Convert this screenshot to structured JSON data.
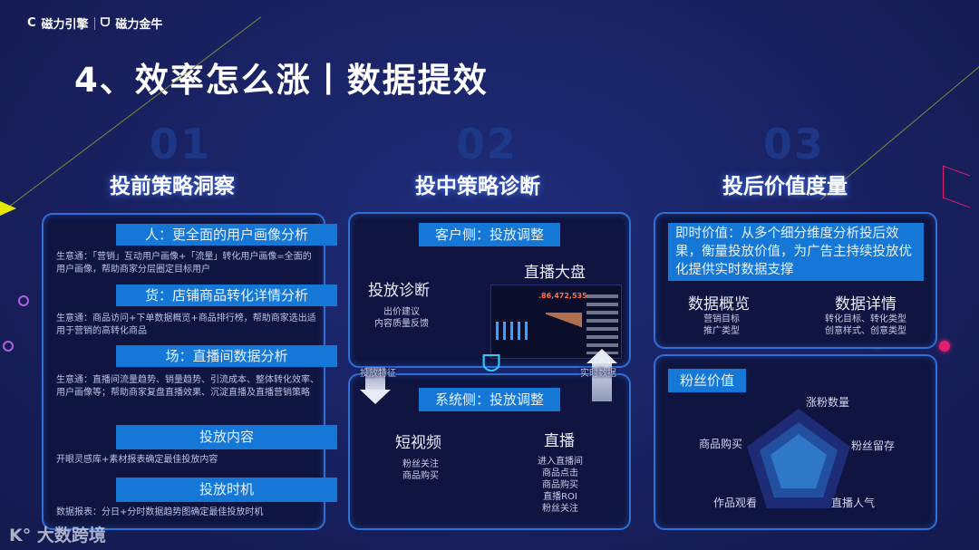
{
  "header": {
    "brand1": "磁力引擎",
    "brand2": "磁力金牛",
    "title": "4、效率怎么涨丨数据提效"
  },
  "sections": [
    {
      "num": "01",
      "title": "投前策略洞察",
      "items": [
        {
          "bar": "人：更全面的用户画像分析",
          "desc": "生意通：「营销」互动用户画像+「流量」转化用户画像=全面的用户画像，帮助商家分层圈定目标用户"
        },
        {
          "bar": "货：店铺商品转化详情分析",
          "desc": "生意通：商品访问+下单数据概览+商品排行榜，帮助商家选出适用于营销的高转化商品"
        },
        {
          "bar": "场：直播间数据分析",
          "desc": "生意通：直播间流量趋势、销量趋势、引流成本、整体转化效率、用户画像等；帮助商家复盘直播效果、沉淀直播及直播营销策略"
        },
        {
          "bar": "投放内容",
          "desc": "开眼灵感库+素材报表确定最佳投放内容"
        },
        {
          "bar": "投放时机",
          "desc": "数据报表：分日+分时数据趋势图确定最佳投放时机"
        }
      ]
    },
    {
      "num": "02",
      "title": "投中策略诊断",
      "client": {
        "bar": "客户侧：投放调整",
        "diag_title": "投放诊断",
        "diag_items": "出价建议\n内容质量反馈",
        "dash_title": "直播大盘",
        "dash_value": ".86,472,535"
      },
      "arrow_down": "投放特征",
      "arrow_up": "实时数据",
      "system": {
        "bar": "系统侧：投放调整",
        "left_title": "短视频",
        "left_items": "粉丝关注\n商品购买",
        "right_title": "直播",
        "right_items": "进入直播间\n商品点击\n商品购买\n直播ROI\n粉丝关注"
      }
    },
    {
      "num": "03",
      "title": "投后价值度量",
      "instant": "即时价值：从多个细分维度分析投后效果，衡量投放价值，为广告主持续投放优化提供实时数据支撑",
      "overview_title": "数据概览",
      "overview_items": "营销目标\n推广类型",
      "detail_title": "数据详情",
      "detail_items": "转化目标、转化类型\n创意样式、创意类型",
      "fans_bar": "粉丝价值",
      "radar_labels": [
        "涨粉数量",
        "粉丝留存",
        "直播人气",
        "作品观看",
        "商品购买"
      ]
    }
  ],
  "footer": {
    "watermark": "大数跨境"
  },
  "colors": {
    "background": "#18205e",
    "bar": "#1578d6",
    "panel_border": "#2f6fd6",
    "accent_pink": "#e0206e"
  }
}
